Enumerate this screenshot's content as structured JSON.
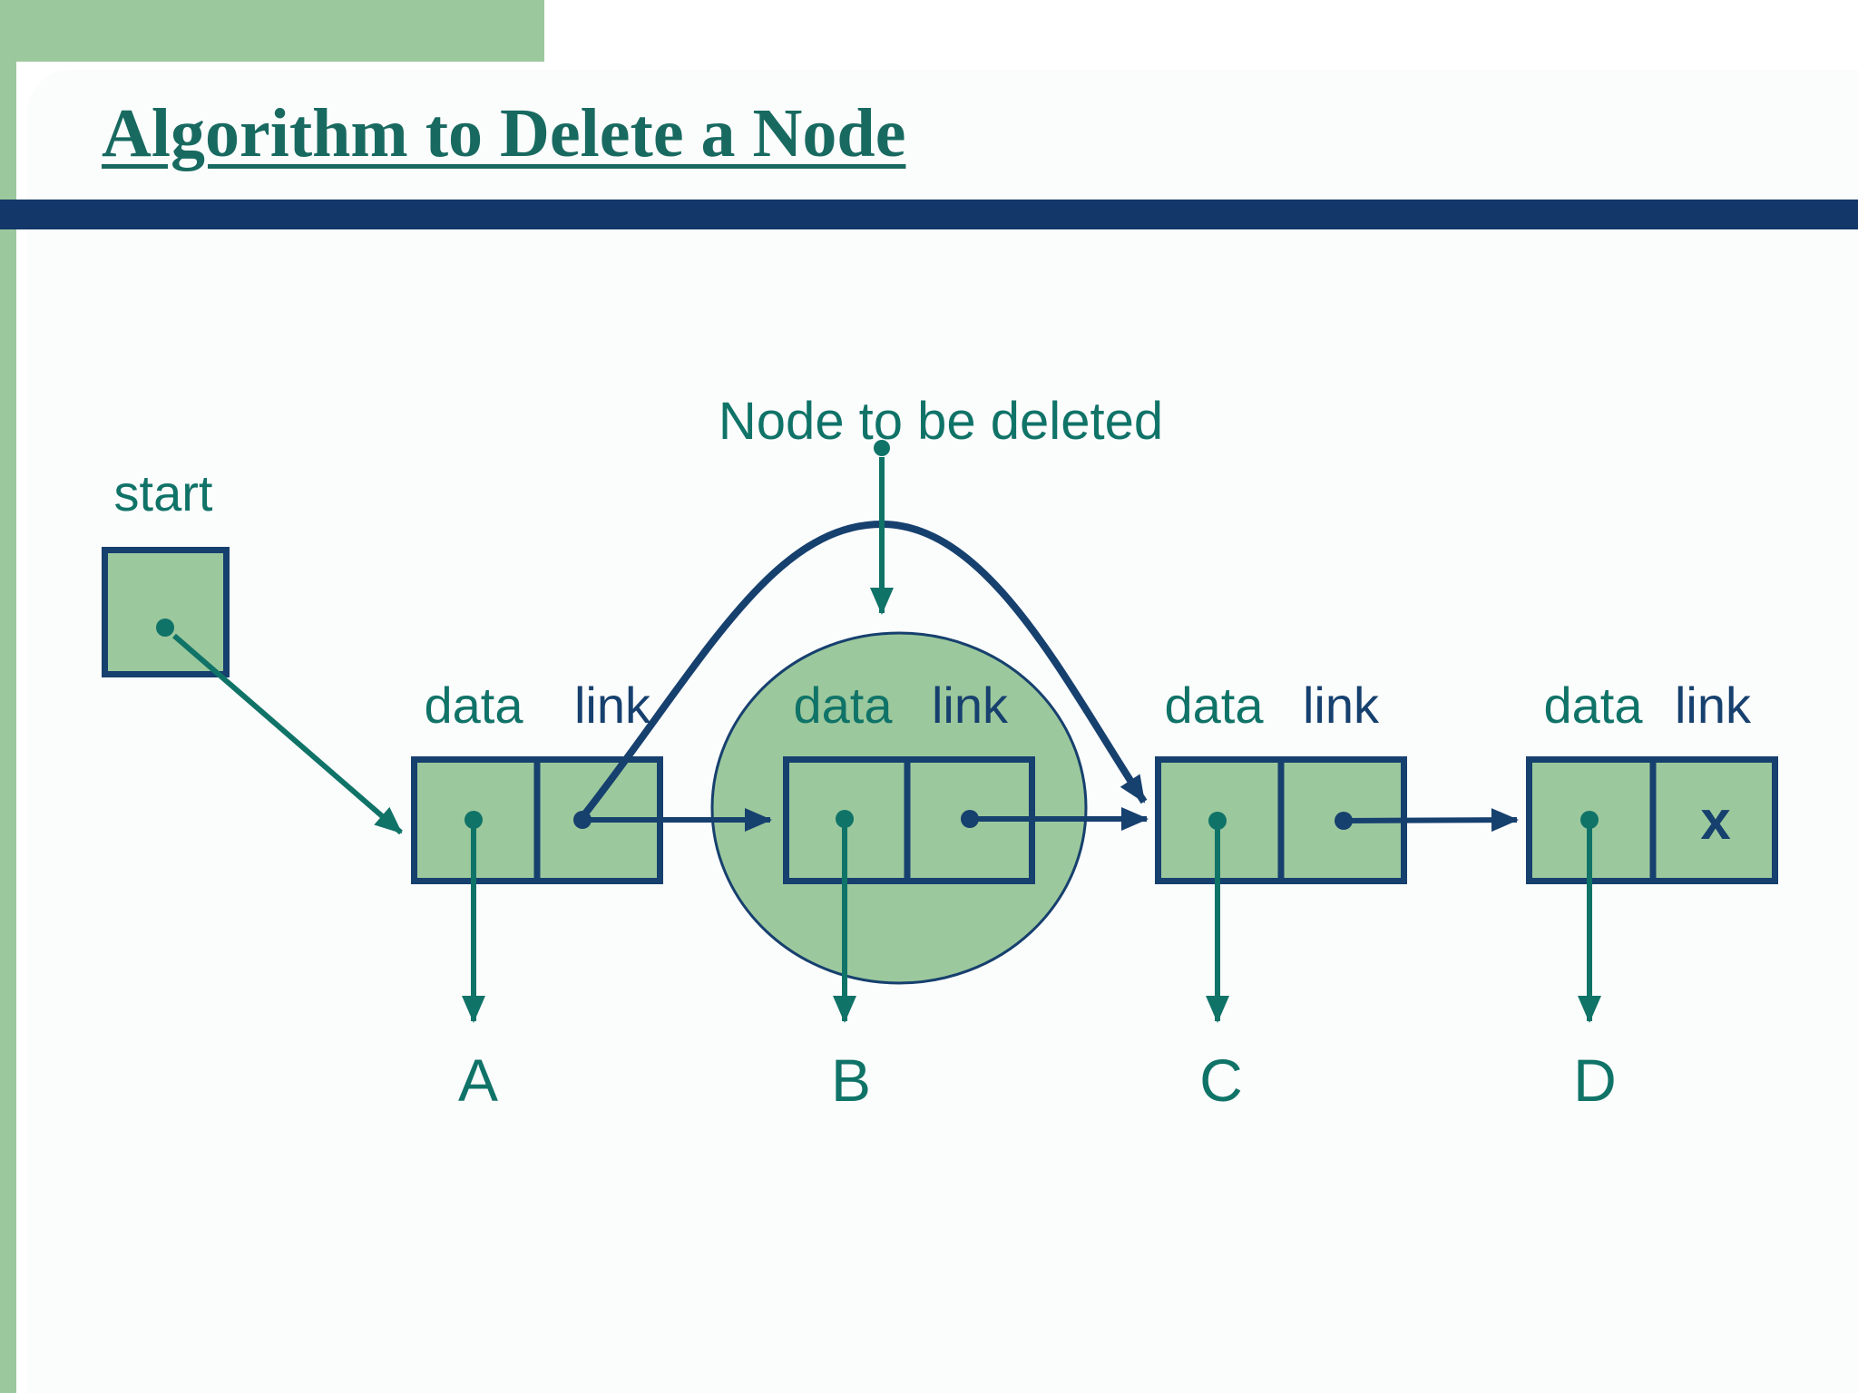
{
  "slide": {
    "title": "Algorithm to Delete a Node",
    "annotation_label": "Node to be deleted",
    "start_label": "start",
    "null_marker": "x",
    "nodes": [
      {
        "letter": "A",
        "data_label": "data",
        "link_label": "link"
      },
      {
        "letter": "B",
        "data_label": "data",
        "link_label": "link"
      },
      {
        "letter": "C",
        "data_label": "data",
        "link_label": "link"
      },
      {
        "letter": "D",
        "data_label": "data",
        "link_label": "link"
      }
    ]
  },
  "colors": {
    "sage": "#9CC89D",
    "navy": "#16406E",
    "bar_navy": "#123768",
    "teal": "#107368",
    "title_teal": "#186A60",
    "card_bg": "#FBFCFC",
    "page_bg": "#FFFFFF"
  }
}
